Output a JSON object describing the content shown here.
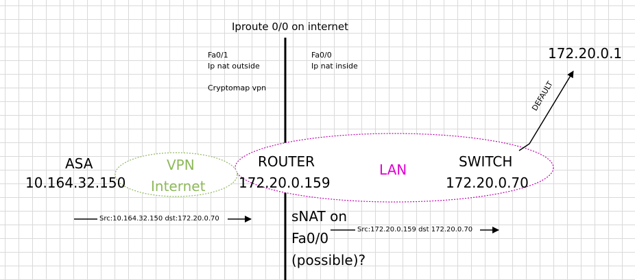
{
  "title": "Iproute 0/0 on internet",
  "router_labels": {
    "fa01": "Fa0/1",
    "fa01_nat": "Ip nat outside",
    "cryptomap": "Cryptomap vpn",
    "fa00": "Fa0/0",
    "fa00_nat": "Ip nat inside"
  },
  "nodes": {
    "asa_name": "ASA",
    "asa_ip": "10.164.32.150",
    "router_name": "ROUTER",
    "router_ip": "172.20.0.159",
    "switch_name": "SWITCH",
    "switch_ip": "172.20.0.70",
    "gateway_ip": "172.20.0.1"
  },
  "clouds": {
    "vpn": "VPN",
    "internet": "Internet",
    "lan": "LAN"
  },
  "links": {
    "default": "DEFAULT"
  },
  "flows": {
    "flow1": "Src:10.164.32.150 dst:172.20.0.70",
    "flow2": "Src:172.20.0.159 dst 172.20.0.70"
  },
  "note": {
    "line1": "sNAT on",
    "line2": "Fa0/0",
    "line3": "(possible)?"
  },
  "colors": {
    "lan": "#e000d0",
    "vpn": "#8db85a"
  }
}
